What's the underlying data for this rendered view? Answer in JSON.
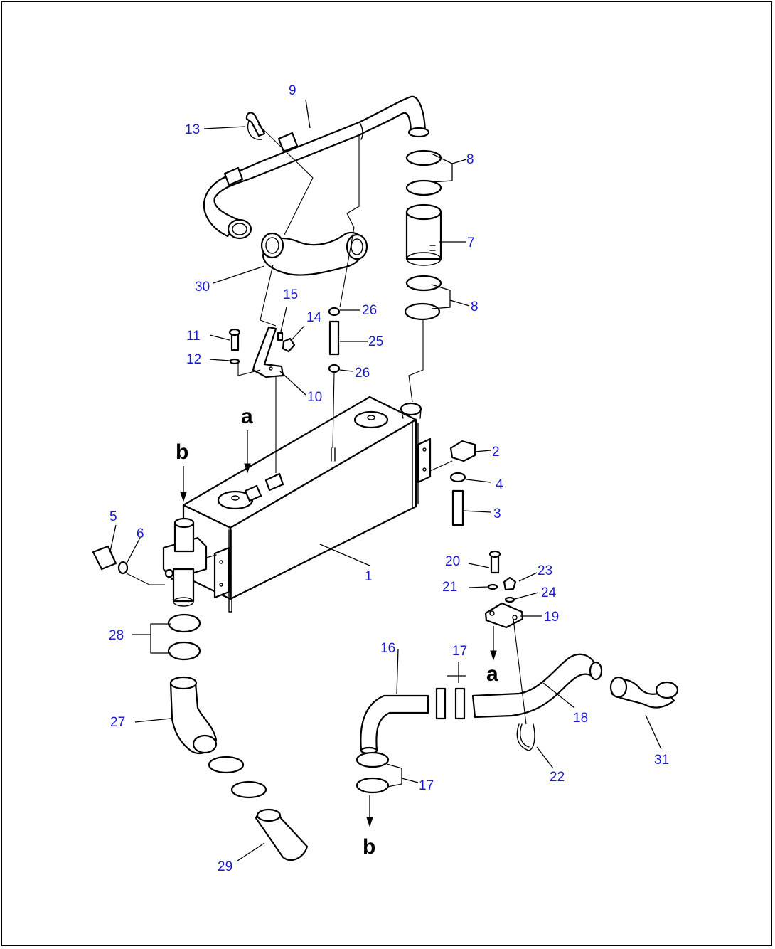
{
  "callouts": [
    "1",
    "2",
    "3",
    "4",
    "5",
    "6",
    "7",
    "8",
    "8",
    "9",
    "10",
    "11",
    "12",
    "13",
    "14",
    "15",
    "16",
    "17",
    "17",
    "18",
    "19",
    "20",
    "21",
    "22",
    "23",
    "24",
    "25",
    "26",
    "26",
    "27",
    "28",
    "29",
    "30",
    "31"
  ],
  "connection_labels": [
    "a",
    "a",
    "b",
    "b"
  ],
  "colors": {
    "callout_text": "#1a1ad0",
    "line": "#000000",
    "background": "#ffffff"
  }
}
